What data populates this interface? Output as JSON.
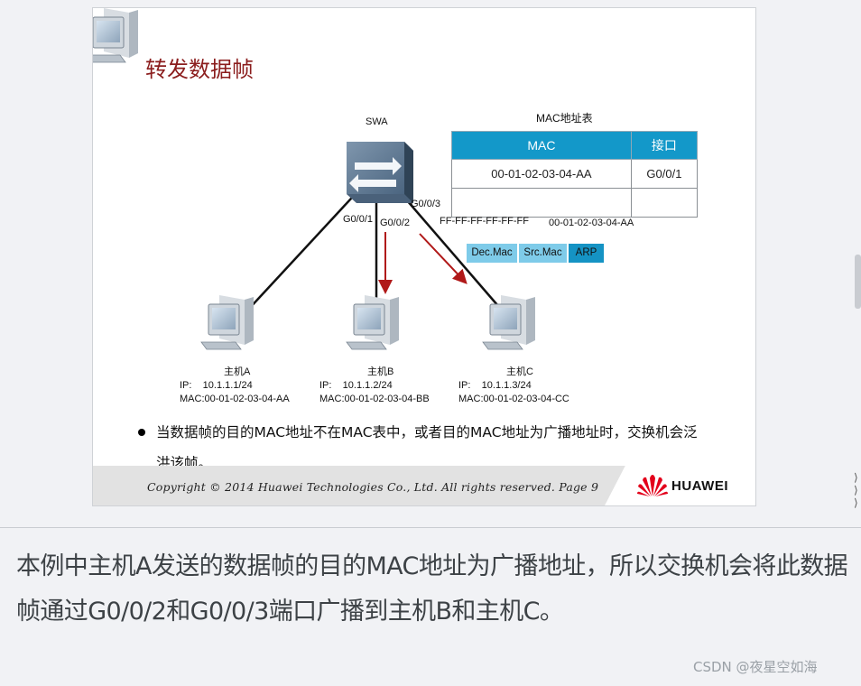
{
  "slide": {
    "title": "转发数据帧",
    "switch_label": "SWA",
    "ports": {
      "g1": "G0/0/1",
      "g2": "G0/0/2",
      "g3": "G0/0/3"
    },
    "table": {
      "title": "MAC地址表",
      "headers": [
        "MAC",
        "接口"
      ],
      "rows": [
        [
          "00-01-02-03-04-AA",
          "G0/0/1"
        ],
        [
          "",
          ""
        ]
      ]
    },
    "frame": {
      "dst_value": "FF-FF-FF-FF-FF-FF",
      "src_value": "00-01-02-03-04-AA",
      "fields": [
        "Dec.Mac",
        "Src.Mac",
        "ARP"
      ]
    },
    "hosts": [
      {
        "name": "主机A",
        "ip": "IP:    10.1.1.1/24",
        "mac": "MAC:00-01-02-03-04-AA"
      },
      {
        "name": "主机B",
        "ip": "IP:    10.1.1.2/24",
        "mac": "MAC:00-01-02-03-04-BB"
      },
      {
        "name": "主机C",
        "ip": "IP:    10.1.1.3/24",
        "mac": "MAC:00-01-02-03-04-CC"
      }
    ],
    "bullet": "当数据帧的目的MAC地址不在MAC表中，或者目的MAC地址为广播地址时，交换机会泛洪该帧。",
    "copyright": "Copyright © 2014 Huawei Technologies Co., Ltd. All rights reserved. Page 9",
    "brand": "HUAWEI",
    "colors": {
      "title": "#8b1d1d",
      "table_header": "#1398c9",
      "arrow": "#b01818",
      "frame_light": "#7ecbe9",
      "frame_dark": "#1593c4"
    }
  },
  "caption": "本例中主机A发送的数据帧的目的MAC地址为广播地址，所以交换机会将此数据帧通过G0/0/2和G0/0/3端口广播到主机B和主机C。",
  "watermark": "CSDN @夜星空如海"
}
